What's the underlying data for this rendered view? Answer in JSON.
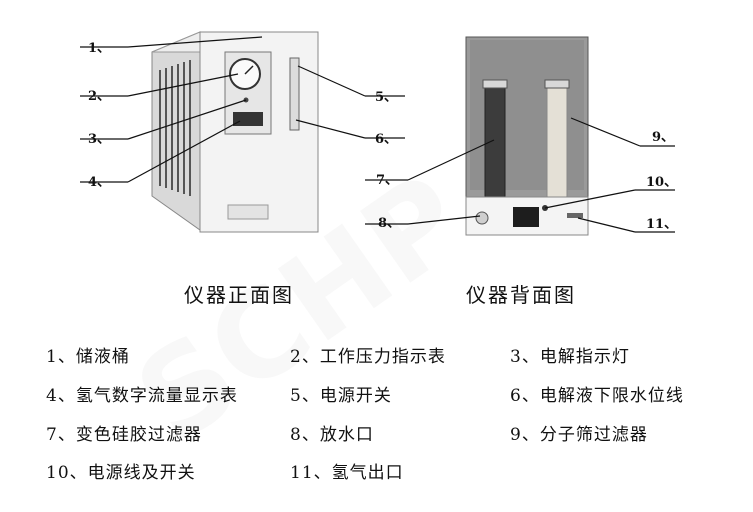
{
  "figure": {
    "front_callouts": [
      "1、",
      "2、",
      "3、",
      "4、"
    ],
    "back_callouts": [
      "5、",
      "6、",
      "7、",
      "8、",
      "9、",
      "10、",
      "11、"
    ],
    "front_caption": "仪器正面图",
    "back_caption": "仪器背面图"
  },
  "legend": [
    "1、储液桶",
    "2、工作压力指示表",
    "3、电解指示灯",
    "4、氢气数字流量显示表",
    "5、电源开关",
    "6、电解液下限水位线",
    "7、变色硅胶过滤器",
    "8、放水口",
    "9、分子筛过滤器",
    "10、电源线及开关",
    "11、氢气出口"
  ]
}
